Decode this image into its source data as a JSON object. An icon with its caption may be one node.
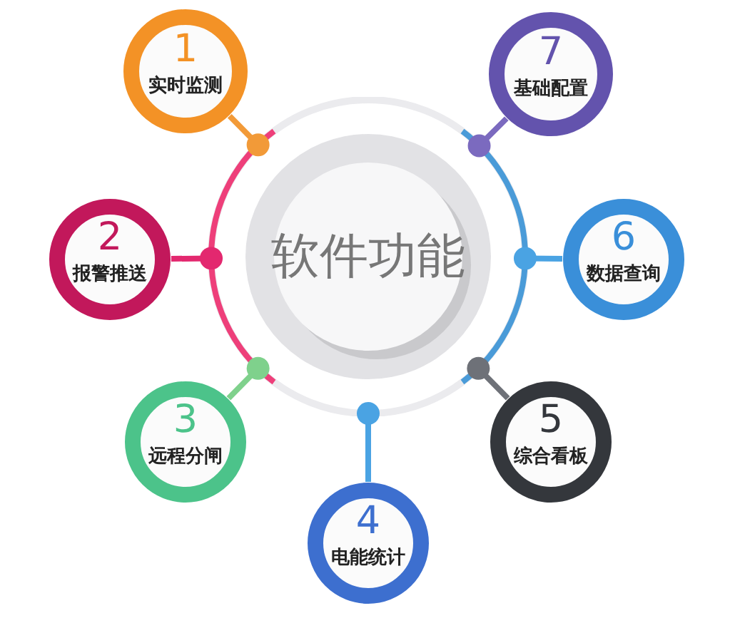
{
  "diagram": {
    "nodes": [
      {
        "text": [
          "软件功能"
        ]
      },
      {
        "text": [
          "1",
          "实时监测"
        ]
      },
      {
        "text": [
          "2",
          "报警推送"
        ]
      },
      {
        "text": [
          "3",
          "远程分闸"
        ]
      },
      {
        "text": [
          "4",
          "电能统计"
        ]
      },
      {
        "text": [
          "5",
          "综合看板"
        ]
      },
      {
        "text": [
          "6",
          "数据查询"
        ]
      },
      {
        "text": [
          "7",
          "基础配置"
        ]
      }
    ],
    "edges": [
      {
        "from": 0,
        "to": 1,
        "arrow": "other",
        "color": "#f29a38"
      },
      {
        "from": 0,
        "to": 2,
        "arrow": "other",
        "color": "#e3286f"
      },
      {
        "from": 0,
        "to": 3,
        "arrow": "other",
        "color": "#7fd18c"
      },
      {
        "from": 0,
        "to": 4,
        "arrow": "other",
        "color": "#4aa3e3"
      },
      {
        "from": 0,
        "to": 5,
        "arrow": "other",
        "color": "#6e7178"
      },
      {
        "from": 0,
        "to": 6,
        "arrow": "other",
        "color": "#4aa3e3"
      },
      {
        "from": 0,
        "to": 7,
        "arrow": "other",
        "color": "#7b6abf"
      }
    ]
  }
}
